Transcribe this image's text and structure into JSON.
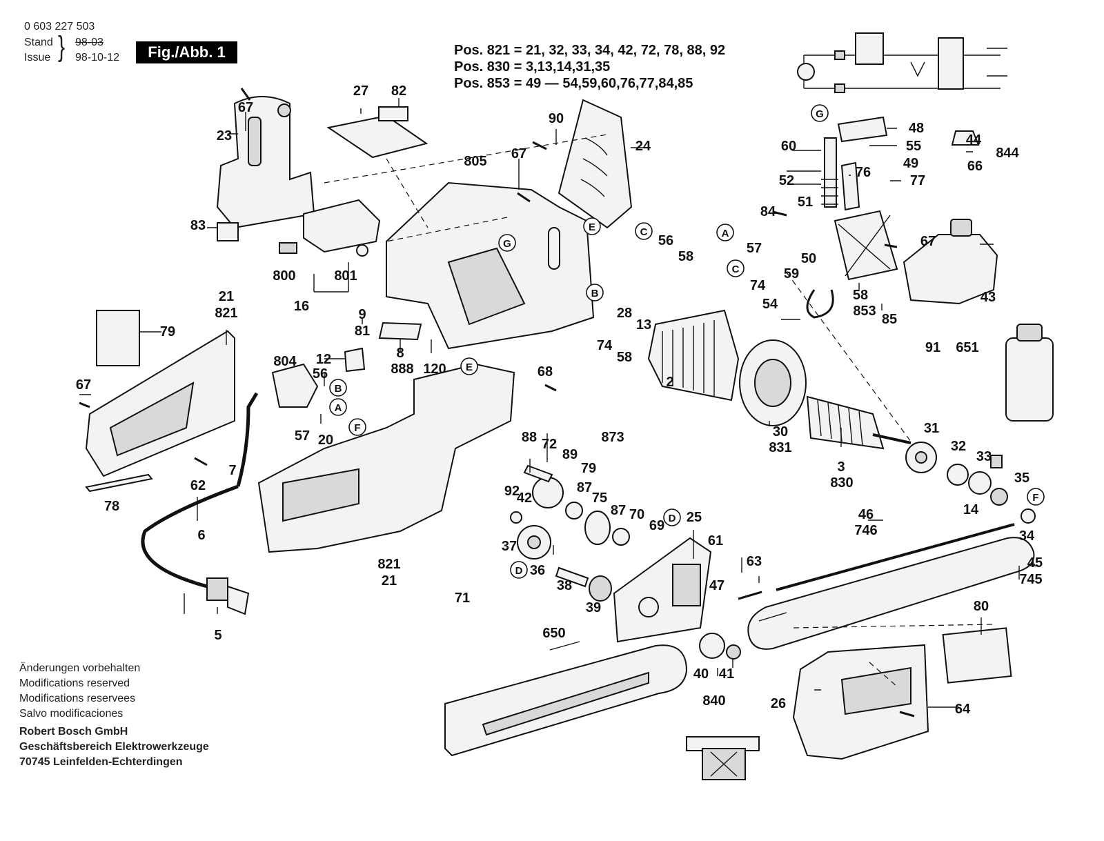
{
  "header": {
    "part_number": "0 603 227 503",
    "stand_label": "Stand",
    "stand_value": "98-03",
    "issue_label": "Issue",
    "issue_value": "98-10-12",
    "figure_badge": "Fig./Abb. 1"
  },
  "position_notes": [
    "Pos. 821 = 21, 32, 33, 34, 42, 72, 78, 88, 92",
    "Pos. 830 = 3,13,14,31,35",
    "Pos. 853 = 49 — 54,59,60,76,77,84,85"
  ],
  "callouts": [
    "67",
    "23",
    "27",
    "82",
    "90",
    "24",
    "805",
    "67",
    "83",
    "800",
    "801",
    "16",
    "9",
    "81",
    "8",
    "888",
    "120",
    "E",
    "G",
    "C",
    "56",
    "58",
    "B",
    "28",
    "13",
    "74",
    "58",
    "2",
    "21",
    "821",
    "79",
    "67",
    "804",
    "12",
    "56",
    "B",
    "A",
    "57",
    "20",
    "F",
    "E",
    "68",
    "7",
    "62",
    "78",
    "6",
    "5",
    "88",
    "72",
    "89",
    "873",
    "79",
    "92",
    "42",
    "87",
    "75",
    "87",
    "70",
    "69",
    "D",
    "25",
    "37",
    "36",
    "38",
    "39",
    "61",
    "47",
    "63",
    "821",
    "21",
    "71",
    "D",
    "G",
    "48",
    "55",
    "60",
    "49",
    "52",
    "76",
    "77",
    "51",
    "84",
    "A",
    "57",
    "50",
    "C",
    "74",
    "59",
    "54",
    "58",
    "853",
    "85",
    "67",
    "44",
    "844",
    "66",
    "43",
    "91",
    "651",
    "30",
    "831",
    "3",
    "830",
    "31",
    "32",
    "33",
    "35",
    "14",
    "F",
    "34",
    "46",
    "746",
    "45",
    "745",
    "80",
    "26",
    "64",
    "650",
    "40",
    "41",
    "840"
  ],
  "footer": {
    "notes": [
      "Änderungen vorbehalten",
      "Modifications reserved",
      "Modifications reservees",
      "Salvo modificaciones"
    ],
    "company": "Robert Bosch GmbH",
    "division": "Geschäftsbereich Elektrowerkzeuge",
    "address": "70745 Leinfelden-Echterdingen"
  }
}
